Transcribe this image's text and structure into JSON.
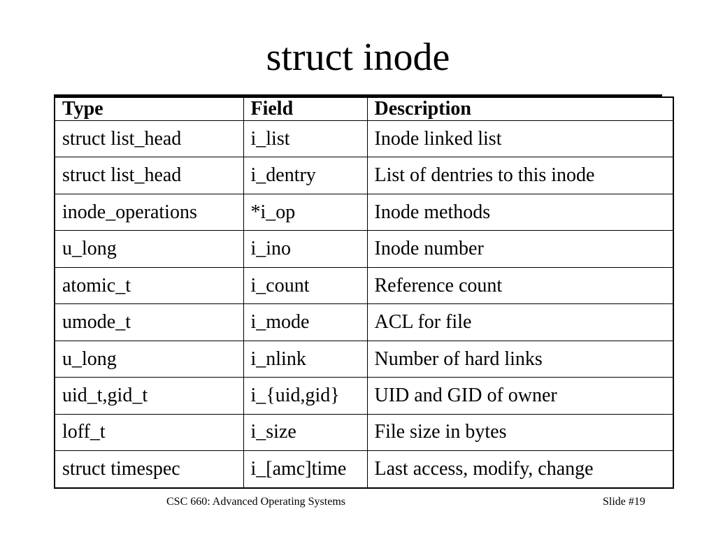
{
  "slide": {
    "title": "struct inode",
    "footer_left": "CSC 660: Advanced Operating Systems",
    "footer_right": "Slide #19"
  },
  "table": {
    "headers": [
      "Type",
      "Field",
      "Description"
    ],
    "rows": [
      [
        "struct list_head",
        "i_list",
        "Inode linked list"
      ],
      [
        "struct list_head",
        "i_dentry",
        "List of dentries to this inode"
      ],
      [
        "inode_operations",
        "*i_op",
        "Inode methods"
      ],
      [
        "u_long",
        "i_ino",
        "Inode number"
      ],
      [
        "atomic_t",
        "i_count",
        "Reference count"
      ],
      [
        "umode_t",
        "i_mode",
        "ACL for file"
      ],
      [
        "u_long",
        "i_nlink",
        "Number of hard links"
      ],
      [
        "uid_t,gid_t",
        "i_{uid,gid}",
        "UID and GID of owner"
      ],
      [
        "loff_t",
        "i_size",
        "File size in bytes"
      ],
      [
        "struct timespec",
        "i_[amc]time",
        "Last access, modify, change"
      ]
    ]
  }
}
